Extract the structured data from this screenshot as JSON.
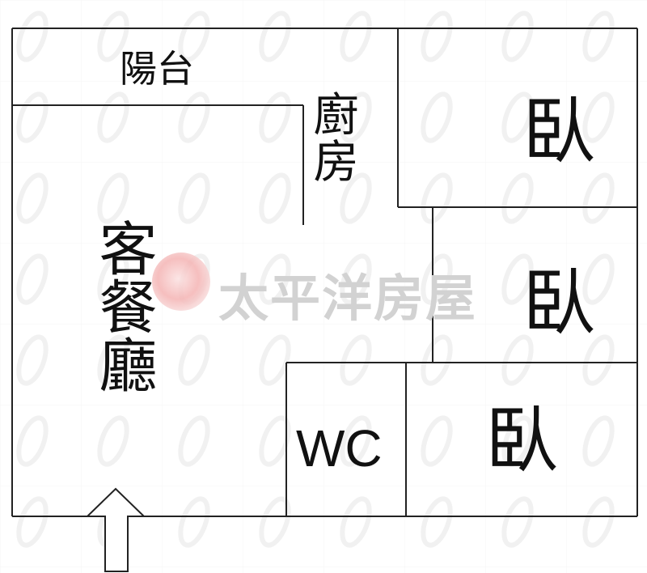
{
  "rooms": {
    "balcony": "陽台",
    "kitchen": "廚房",
    "living_dining": "客餐廳",
    "bedroom_top": "臥",
    "bedroom_middle": "臥",
    "bedroom_bottom": "臥",
    "wc": "WC"
  },
  "watermark": {
    "text": "太平洋房屋",
    "logo": "pacific-realty-logo-icon",
    "logo_color": "#f4b3b3",
    "text_color": "#d2d2d2"
  },
  "entrance": {
    "icon": "entrance-arrow-icon"
  },
  "colors": {
    "wall": "#222222",
    "background": "#ffffff"
  }
}
